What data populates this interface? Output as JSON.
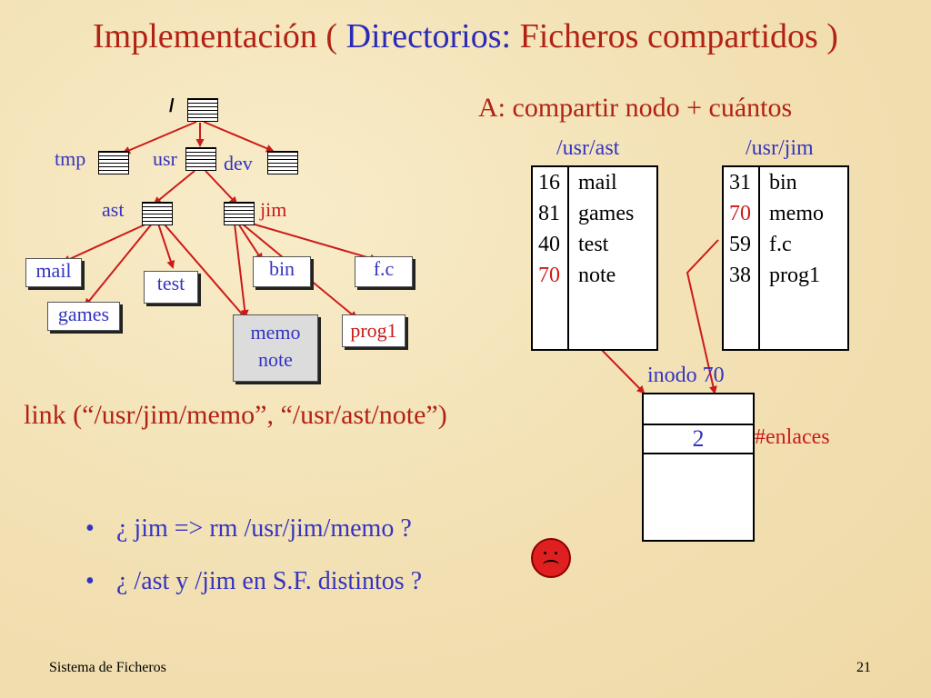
{
  "title": {
    "part1": "Implementación ( ",
    "part2": "Directorios:",
    "part3": " Ficheros compartidos )"
  },
  "tree": {
    "root": "/",
    "tmp": "tmp",
    "usr": "usr",
    "dev": "dev",
    "ast": "ast",
    "jim": "jim",
    "files": {
      "mail": "mail",
      "games": "games",
      "test": "test",
      "bin": "bin",
      "fc": "f.c",
      "prog1": "prog1",
      "memo": "memo",
      "note": "note"
    }
  },
  "subtitle": "A: compartir nodo + cuántos",
  "dir_ast": {
    "label": "/usr/ast",
    "rows": [
      {
        "ino": "16",
        "name": "mail"
      },
      {
        "ino": "81",
        "name": "games"
      },
      {
        "ino": "40",
        "name": "test"
      },
      {
        "ino": "70",
        "name": "note"
      }
    ]
  },
  "dir_jim": {
    "label": "/usr/jim",
    "rows": [
      {
        "ino": "31",
        "name": "bin"
      },
      {
        "ino": "70",
        "name": "memo"
      },
      {
        "ino": "59",
        "name": "f.c"
      },
      {
        "ino": "38",
        "name": "prog1"
      }
    ]
  },
  "inode": {
    "label": "inodo 70",
    "count": "2",
    "count_label": "#enlaces"
  },
  "link_cmd": "link (“/usr/jim/memo”, “/usr/ast/note”)",
  "bullets": [
    "¿ jim => rm /usr/jim/memo ?",
    "¿ /ast y /jim en S.F. distintos ?"
  ],
  "footer": {
    "left": "Sistema de Ficheros",
    "right": "21"
  },
  "colors": {
    "title_red": "#b22214",
    "title_blue": "#2a2ab8",
    "label_blue": "#3434c0",
    "accent_red": "#cc1a1a",
    "smiley": "#e02020"
  }
}
